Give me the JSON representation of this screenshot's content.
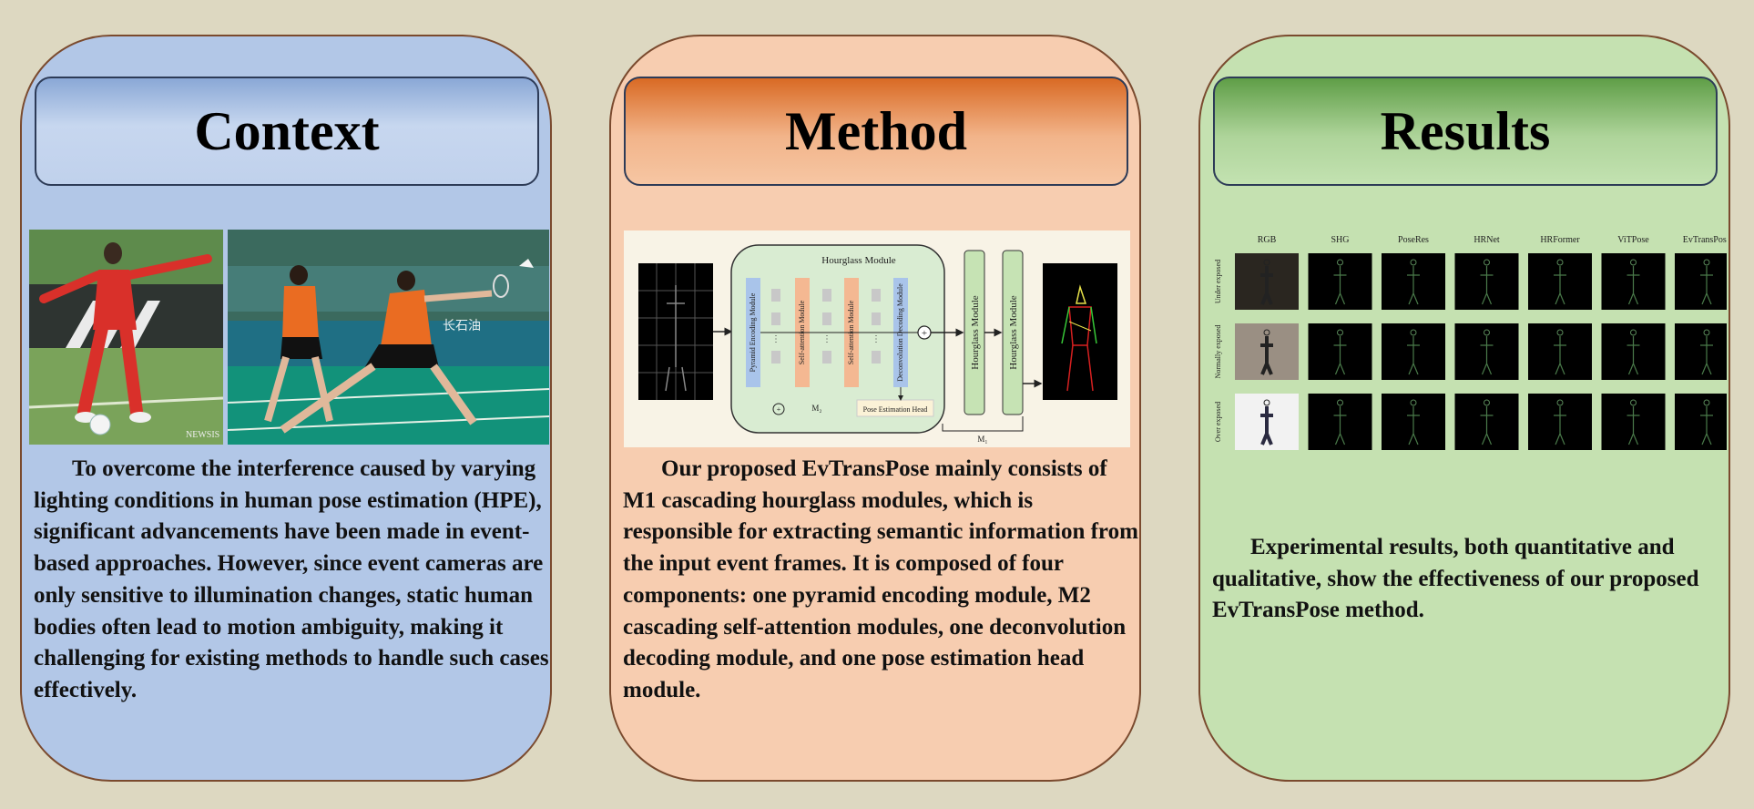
{
  "panels": {
    "context": {
      "title": "Context",
      "text": "To overcome the interference caused by varying lighting conditions in human pose estimation (HPE), significant advancements have been made in event-based approaches. However, since event cameras are only sensitive to illumination changes, static human bodies often lead to motion ambiguity, making it challenging for existing methods to handle such cases effectively."
    },
    "method": {
      "title": "Method",
      "text": "Our proposed EvTransPose mainly consists of M1 cascading hourglass modules, which is responsible for extracting semantic information from the input event frames. It is composed of four components: one pyramid encoding module, M2 cascading self-attention modules, one deconvolution decoding module, and one pose estimation head module.",
      "diagram": {
        "outer_label": "Hourglass Module",
        "blocks": [
          "Pyramid Encoding Module",
          "Self-attention Module",
          "Self-attention Module",
          "Deconvolution Decoding Module"
        ],
        "head_label": "Pose Estimation Head",
        "m2": "M₂",
        "m1": "M₁",
        "plus": "+",
        "dots": "···",
        "hourglass_1": "Hourglass Module",
        "hourglass_2": "Hourglass Module"
      }
    },
    "results": {
      "title": "Results",
      "text": "Experimental results, both quantitative and qualitative, show the effectiveness of our proposed EvTransPose method.",
      "columns": [
        "RGB",
        "SHG",
        "PoseRes",
        "HRNet",
        "HRFormer",
        "ViTPose",
        "EvTransPose"
      ],
      "rows": [
        "Under exposed",
        "Normally exposed",
        "Over exposed"
      ]
    }
  },
  "colors": {
    "background": "#ddd8c1",
    "context_panel": "#b2c7e7",
    "method_panel": "#f7cdb0",
    "results_panel": "#c5e1b1"
  }
}
